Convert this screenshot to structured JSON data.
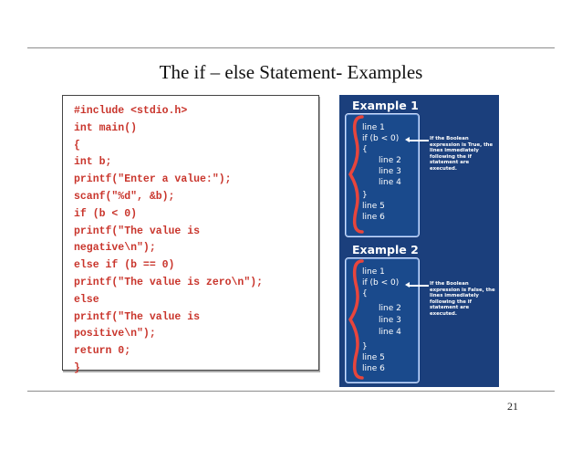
{
  "slide": {
    "title": "The if – else Statement- Examples",
    "page_number": "21"
  },
  "code_lines": [
    "#include <stdio.h>",
    "int main()",
    "{",
    "int b;",
    "printf(\"Enter a value:\");",
    "scanf(\"%d\", &b);",
    "if (b < 0)",
    "printf(\"The value is",
    "negative\\n\");",
    "else if (b == 0)",
    "printf(\"The value is zero\\n\");",
    "else",
    "printf(\"The value is",
    "positive\\n\");",
    "return 0;",
    "}"
  ],
  "diagram": {
    "colors": {
      "background": "#1b3f7c",
      "brace": "#e8453c",
      "text": "#ffffff"
    },
    "example1": {
      "title": "Example 1",
      "lines": [
        "line 1",
        "if (b < 0)",
        "{",
        "line 2",
        "line 3",
        "line 4",
        "}",
        "line 5",
        "line 6"
      ],
      "note": "If the Boolean expression is True, the lines immediately following the if statement are executed."
    },
    "example2": {
      "title": "Example 2",
      "lines": [
        "line 1",
        "if (b < 0)",
        "{",
        "line 2",
        "line 3",
        "line 4",
        "}",
        "line 5",
        "line 6"
      ],
      "note": "If the Boolean expression is False, the lines immediately following the if statement are executed."
    }
  }
}
